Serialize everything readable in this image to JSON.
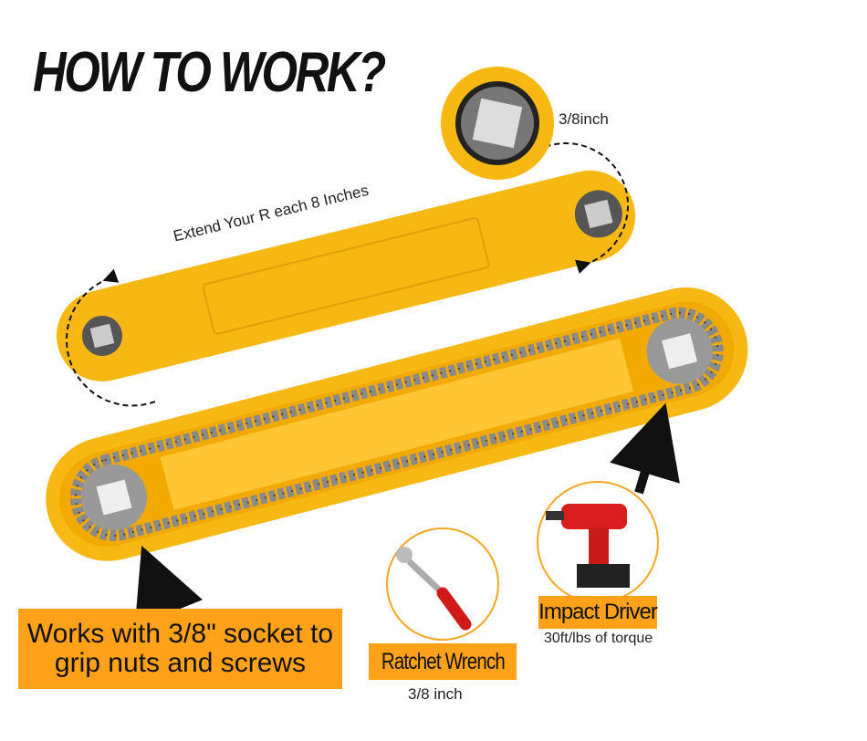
{
  "title": "HOW TO WORK?",
  "extend_label": "Extend Your R each 8 Inches",
  "socket_size_label": "3/8inch",
  "works_with": "Works with 3/8\" socket to grip nuts and screws",
  "ratchet": {
    "label": "Ratchet Wrench",
    "size": "3/8 inch"
  },
  "impact": {
    "label": "Impact Driver",
    "torque": "30ft/lbs of torque"
  },
  "colors": {
    "tool_yellow": "#f7b813",
    "label_orange": "#ffa21a",
    "ring_orange": "#f5a623"
  }
}
